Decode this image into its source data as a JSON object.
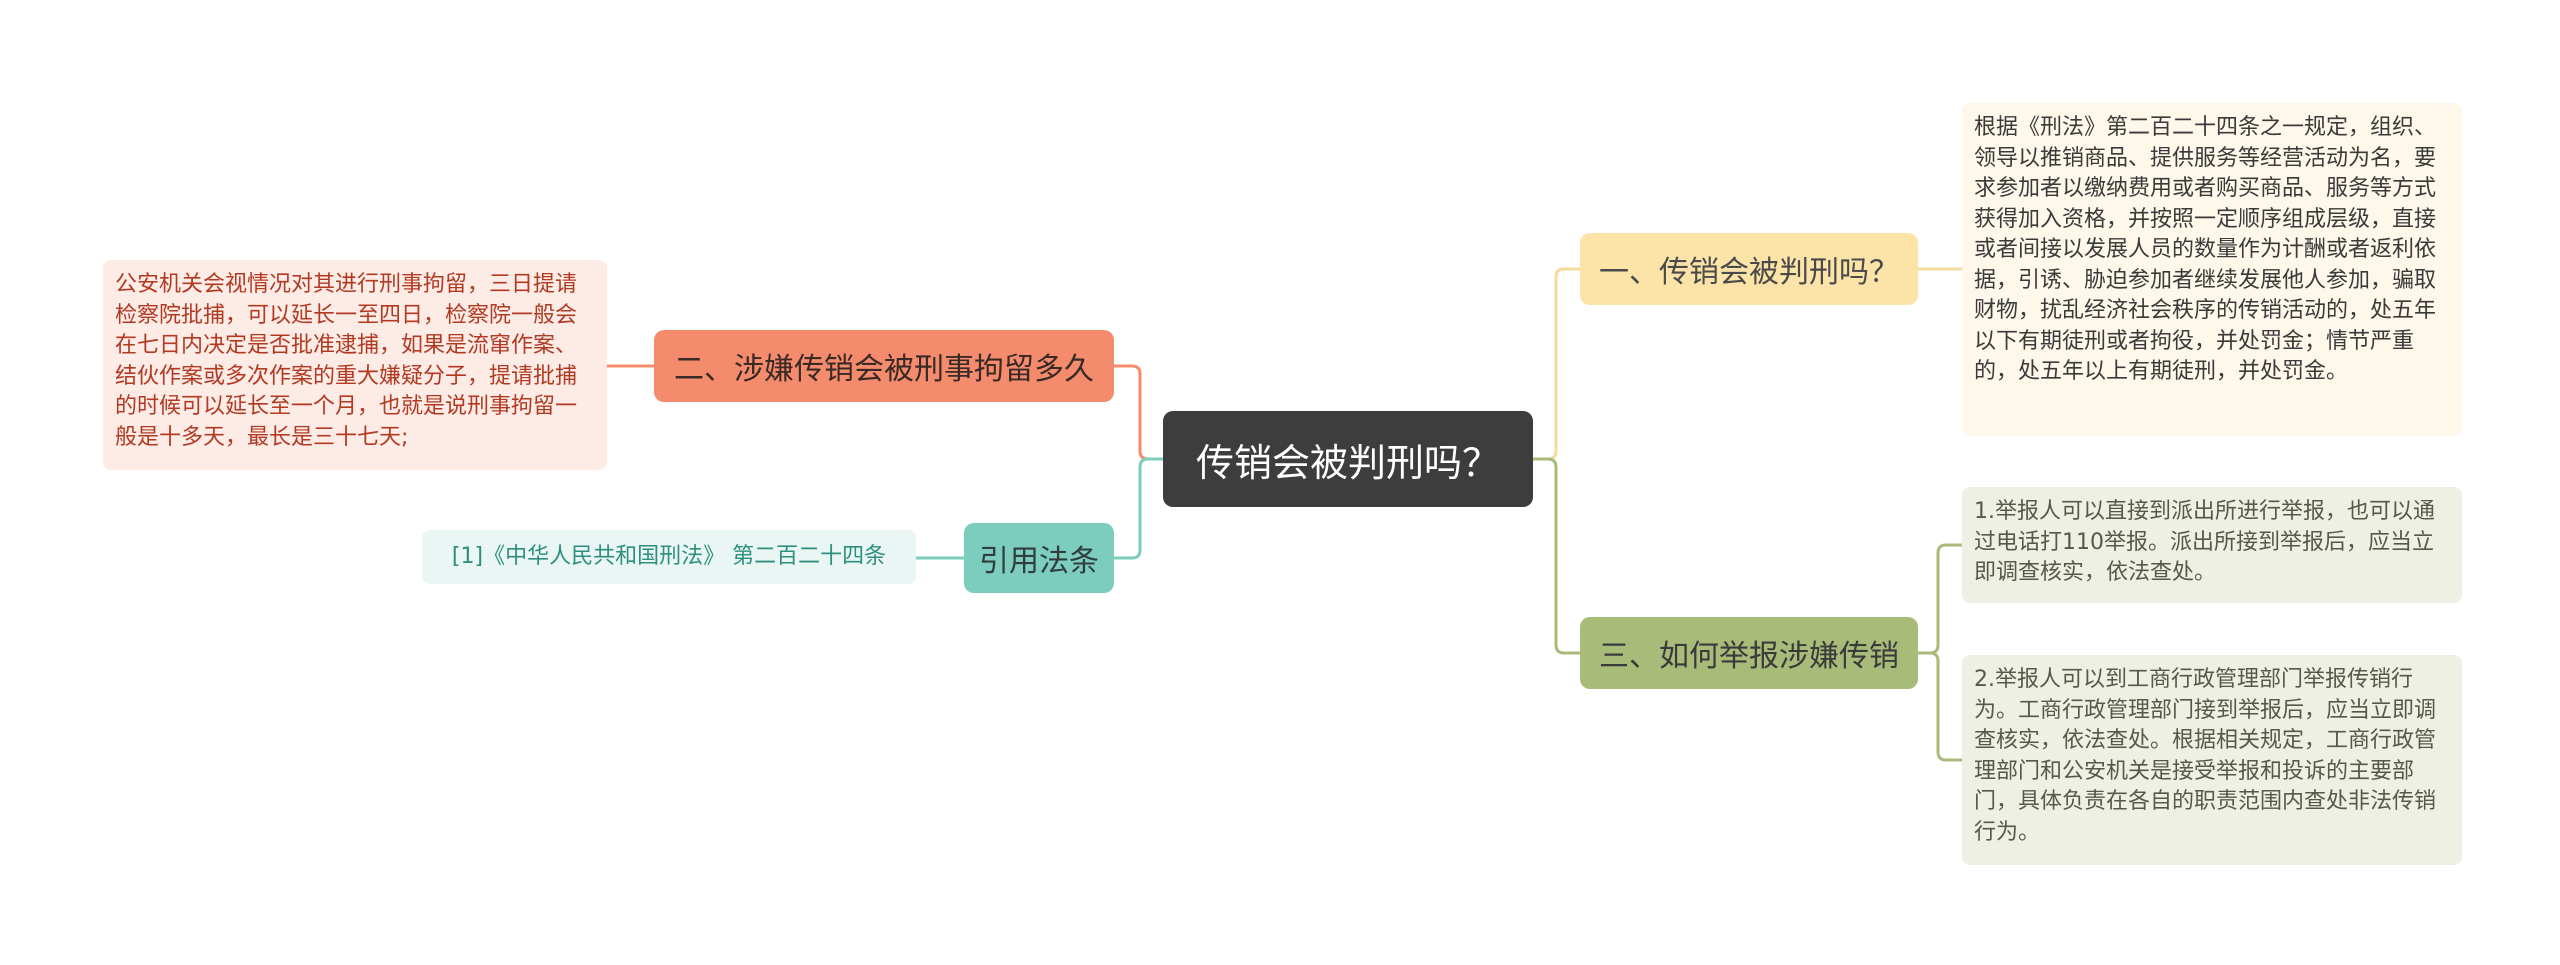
{
  "central": {
    "label": "传销会被判刑吗？"
  },
  "branches": {
    "sentencing": {
      "label": "一、传销会被判刑吗？",
      "detail": "根据《刑法》第二百二十四条之一规定，组织、领导以推销商品、提供服务等经营活动为名，要求参加者以缴纳费用或者购买商品、服务等方式获得加入资格，并按照一定顺序组成层级，直接或者间接以发展人员的数量作为计酬或者返利依据，引诱、胁迫参加者继续发展他人参加，骗取财物，扰乱经济社会秩序的传销活动的，处五年以下有期徒刑或者拘役，并处罚金；情节严重的，处五年以上有期徒刑，并处罚金。"
    },
    "reporting": {
      "label": "三、如何举报涉嫌传销",
      "details": [
        "1.举报人可以直接到派出所进行举报，也可以通过电话打110举报。派出所接到举报后，应当立即调查核实，依法查处。",
        "2.举报人可以到工商行政管理部门举报传销行为。工商行政管理部门接到举报后，应当立即调查核实，依法查处。根据相关规定，工商行政管理部门和公安机关是接受举报和投诉的主要部门，具体负责在各自的职责范围内查处非法传销行为。"
      ]
    },
    "detention": {
      "label": "二、涉嫌传销会被刑事拘留多久",
      "detail": "公安机关会视情况对其进行刑事拘留，三日提请检察院批捕，可以延长一至四日，检察院一般会在七日内决定是否批准逮捕，如果是流窜作案、结伙作案或多次作案的重大嫌疑分子，提请批捕的时候可以延长至一个月，也就是说刑事拘留一般是十多天，最长是三十七天;"
    },
    "citation": {
      "label": "引用法条",
      "detail": "[1]《中华人民共和国刑法》 第二百二十四条"
    }
  },
  "colors": {
    "central": "#3d3d3d",
    "sentencing": "#fce4a8",
    "sentencing_line": "#f3dc9b",
    "reporting": "#a9bb79",
    "reporting_line": "#a9bb79",
    "detention": "#f58b6d",
    "detention_line": "#f58b6d",
    "citation": "#7ccdbd",
    "citation_line": "#7ccdbd"
  }
}
